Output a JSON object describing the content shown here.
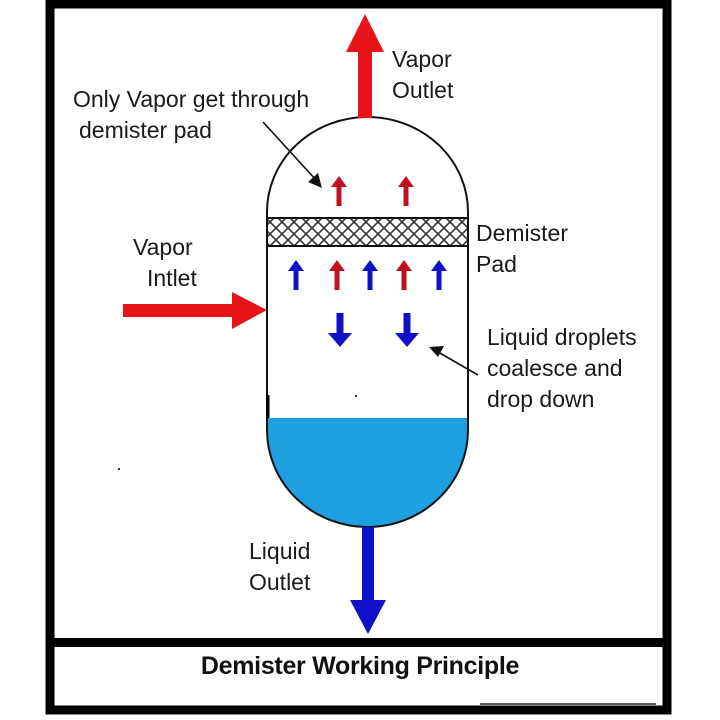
{
  "title": "Demister Working Principle",
  "labels": {
    "vapor_outlet": [
      "Vapor",
      "Outlet"
    ],
    "only_vapor": [
      "Only Vapor get through",
      "demister pad"
    ],
    "vapor_inlet": [
      "Vapor",
      "Intlet"
    ],
    "demister_pad": [
      "Demister",
      "Pad"
    ],
    "liquid_droplets": [
      "Liquid droplets",
      "coalesce and",
      "drop down"
    ],
    "liquid_outlet": [
      "Liquid",
      "Outlet"
    ]
  },
  "colors": {
    "vapor": "#e8141a",
    "liquid_arrow": "#1010c8",
    "liquid_fill": "#1ea0e0",
    "vapor_small": "#c0121e",
    "frame": "#000000"
  },
  "flow_arrows": {
    "above_pad": [
      "vapor-up",
      "vapor-up"
    ],
    "below_pad_row1": [
      "liquid-up",
      "vapor-up",
      "liquid-up",
      "vapor-up",
      "liquid-up"
    ],
    "below_pad_row2": [
      "liquid-down",
      "liquid-down"
    ]
  }
}
